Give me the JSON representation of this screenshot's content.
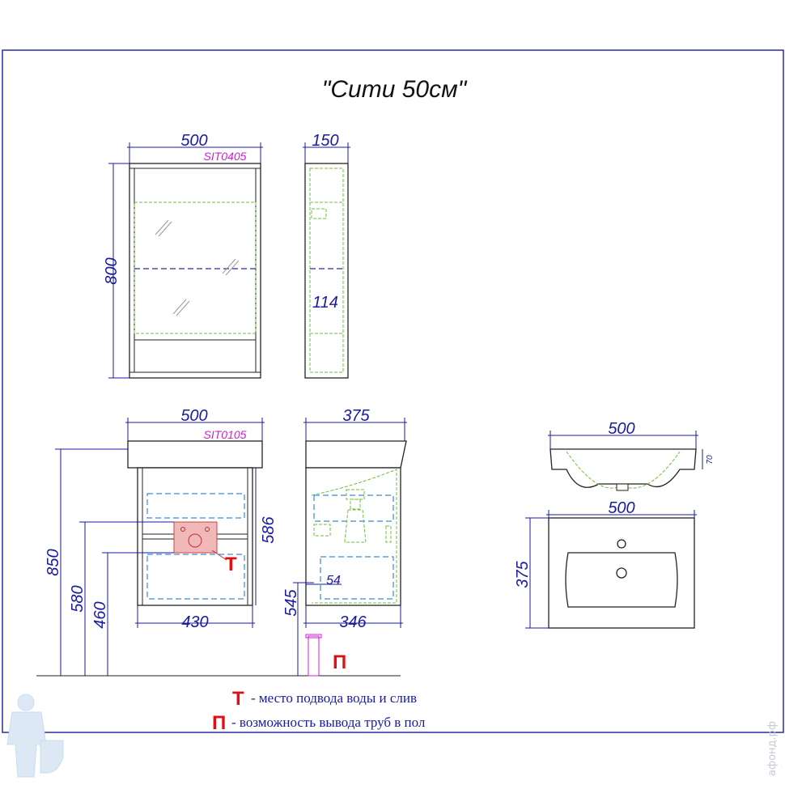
{
  "title": "\"Сити 50см\"",
  "mirror_cabinet": {
    "sku": "SIT0405",
    "width": "500",
    "height": "800",
    "depth": "150",
    "shelf": "114"
  },
  "vanity": {
    "sku": "SIT0105",
    "width": "500",
    "depth": "375",
    "inner_width": "430",
    "inner_depth": "346",
    "total_height": "850",
    "height_580": "580",
    "height_460": "460",
    "height_586": "586",
    "height_545": "545",
    "offset_54": "54"
  },
  "basin": {
    "side_width": "500",
    "side_height": "70",
    "top_width": "500",
    "top_depth": "375"
  },
  "markers": {
    "t": "Т",
    "p": "П"
  },
  "legend": [
    {
      "marker": "Т",
      "text": "- место подвода воды и слив"
    },
    {
      "marker": "П",
      "text": "- возможность вывода труб в пол"
    }
  ],
  "watermark": "афонд.рф"
}
